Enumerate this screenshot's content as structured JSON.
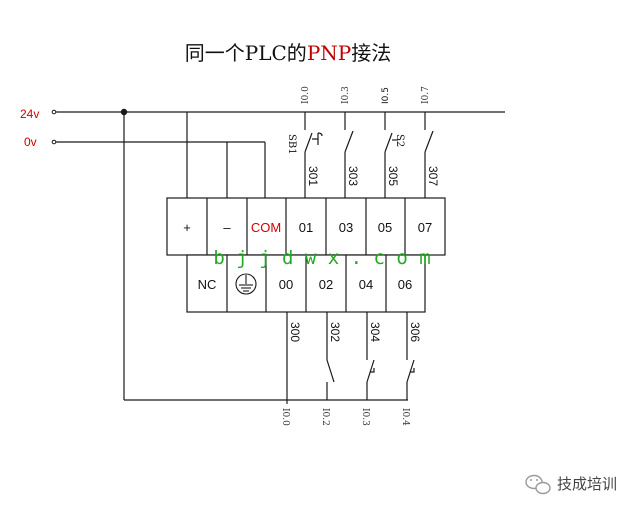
{
  "title": {
    "prefix": "同一个PLC的",
    "highlight": "PNP",
    "suffix": "接法"
  },
  "supply": {
    "v24": "24v",
    "v0": "0v"
  },
  "top_io_labels": [
    "I0.0",
    "I0.3",
    "I0.5",
    "I0.7"
  ],
  "top_wires": [
    "301",
    "303",
    "305",
    "307"
  ],
  "sb_labels": {
    "sb1": "SB1",
    "s2": "S2"
  },
  "top_terminals": [
    "+",
    "–",
    "COM",
    "01",
    "03",
    "05",
    "07"
  ],
  "bottom_terminals": [
    "NC",
    "ground",
    "00",
    "02",
    "04",
    "06"
  ],
  "bottom_wires": [
    "300",
    "302",
    "304",
    "306"
  ],
  "bottom_io_labels": [
    "I0.0",
    "I0.2",
    "I0.3",
    "I0.4"
  ],
  "watermark": "b j j d w x . c o m",
  "footer": "技成培训",
  "colors": {
    "title_highlight": "#c00000",
    "supply_label": "#d00000",
    "com_label": "#d00000",
    "watermark": "#1aa61a",
    "line": "#1a1a1a"
  }
}
